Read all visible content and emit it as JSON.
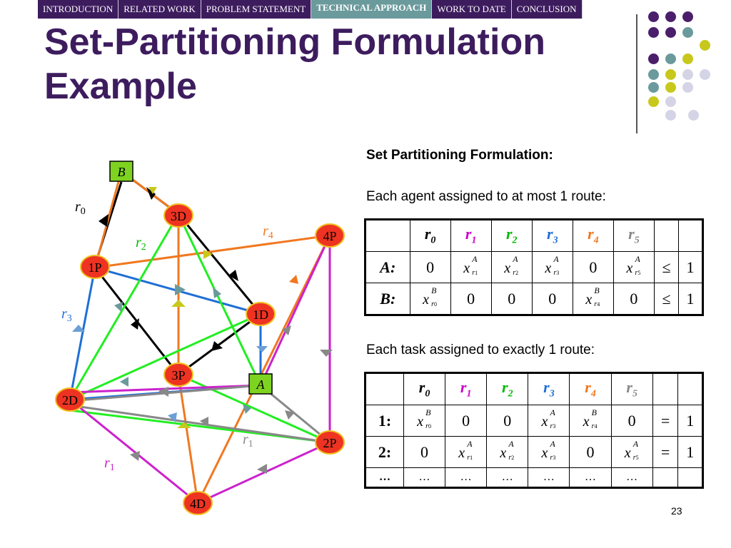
{
  "nav": {
    "items": [
      "INTRODUCTION",
      "RELATED WORK",
      "PROBLEM STATEMENT",
      "TECHNICAL APPROACH",
      "WORK TO DATE",
      "CONCLUSION"
    ],
    "active_index": 3
  },
  "slide": {
    "title": "Set-Partitioning Formulation Example",
    "page_number": "23"
  },
  "formulation": {
    "heading": "Set Partitioning Formulation:",
    "agent_caption": "Each agent assigned to at most 1 route:",
    "task_caption": "Each task assigned to exactly 1 route:"
  },
  "route_headers": [
    "r0",
    "r1",
    "r2",
    "r3",
    "r4",
    "r5"
  ],
  "route_colors": [
    "#000000",
    "#cc00cc",
    "#00bb00",
    "#1f6fd6",
    "#f07820",
    "#888888"
  ],
  "agent_table": {
    "rows": [
      {
        "label": "A:",
        "cells": [
          "0",
          "x^A_r1",
          "x^A_r2",
          "x^A_r3",
          "0",
          "x^A_r5",
          "≤",
          "1"
        ]
      },
      {
        "label": "B:",
        "cells": [
          "x^B_r0",
          "0",
          "0",
          "0",
          "x^B_r4",
          "0",
          "≤",
          "1"
        ]
      }
    ]
  },
  "task_table": {
    "rows": [
      {
        "label": "1:",
        "cells": [
          "x^B_r0",
          "0",
          "0",
          "x^A_r3",
          "x^B_r4",
          "0",
          "=",
          "1"
        ]
      },
      {
        "label": "2:",
        "cells": [
          "0",
          "x^A_r1",
          "x^A_r2",
          "x^A_r3",
          "0",
          "x^A_r5",
          "=",
          "1"
        ]
      },
      {
        "label": "…",
        "cells": [
          "…",
          "…",
          "…",
          "…",
          "…",
          "…",
          "",
          ""
        ]
      }
    ]
  },
  "graph": {
    "nodes": [
      "B",
      "3D",
      "4P",
      "1P",
      "1D",
      "3P",
      "A",
      "2D",
      "2P",
      "4D"
    ],
    "route_labels": [
      "r0",
      "r1",
      "r1",
      "r2",
      "r3",
      "r4"
    ]
  },
  "decor_colors": [
    "#4b1e6b",
    "#6b9a9c",
    "#c8c81c",
    "#d4d4e6"
  ]
}
